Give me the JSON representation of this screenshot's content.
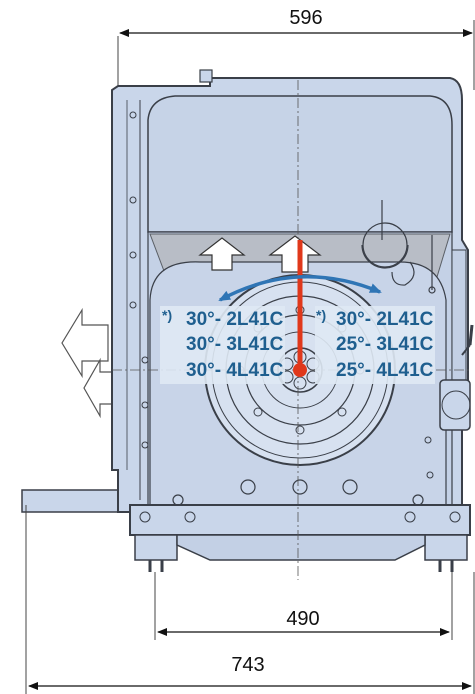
{
  "dimensions": {
    "top_width": "596",
    "base_width": "490",
    "total_length": "743"
  },
  "tilt_angles": {
    "left": {
      "marker": "*)",
      "rows": [
        "30°- 2L41C",
        "30°- 3L41C",
        "30°- 4L41C"
      ]
    },
    "right": {
      "marker": "*)",
      "rows": [
        "30°- 2L41C",
        "25°- 3L41C",
        "25°- 4L41C"
      ]
    }
  },
  "colors": {
    "engine_fill": "#c9d6ea",
    "engine_stroke": "#3a3f48",
    "label_panel": "#dfe9f4",
    "label_text": "#1f5f8f",
    "tilt_arrow": "#2f75b5",
    "center_line": "#e0381b"
  }
}
